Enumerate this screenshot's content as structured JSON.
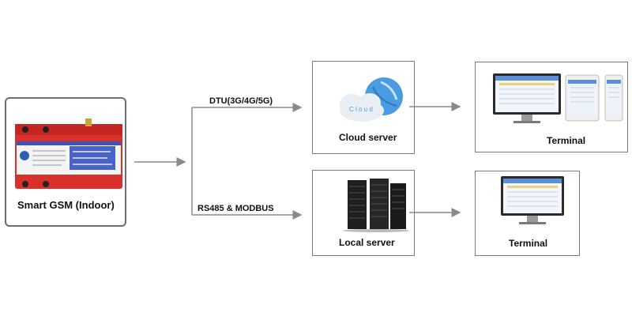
{
  "device": {
    "label": "Smart GSM (Indoor)",
    "screen_title": "Smart Grounding System Monitor"
  },
  "links": {
    "wireless_label": "DTU(3G/4G/5G)",
    "wired_label": "RS485 & MODBUS"
  },
  "nodes": {
    "cloud_server_label": "Cloud server",
    "local_server_label": "Local server",
    "terminal_top_label": "Terminal",
    "terminal_bottom_label": "Terminal"
  },
  "colors": {
    "device_red": "#d9302c",
    "frame_border": "#7a7a7a",
    "arrow": "#8a8a8a",
    "screen_blue": "#4b62c8"
  },
  "icons": [
    "cloud-server-icon",
    "server-rack-icon",
    "desktop-monitor-icon",
    "tablet-icon",
    "phone-icon"
  ]
}
